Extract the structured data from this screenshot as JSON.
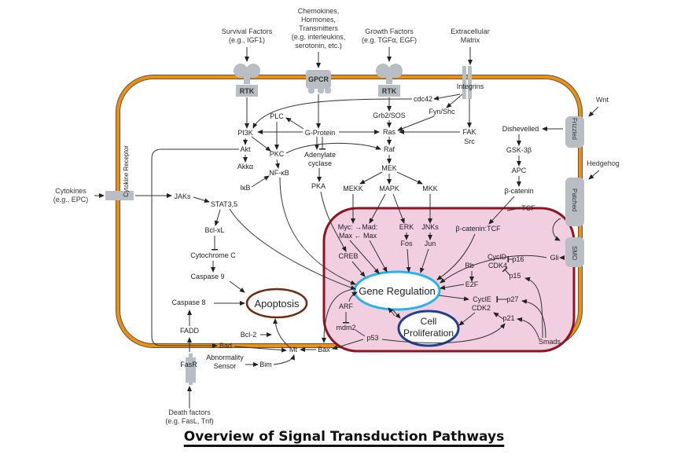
{
  "title": "Overview of Signal Transduction Pathways",
  "colors": {
    "membrane": "#f0900a",
    "nucleus_fill": "#f2cfe0",
    "nucleus_border": "#8b1520",
    "receptor": "#b9bec4",
    "gene_regulation_border": "#29b4e6",
    "cell_proliferation_border": "#1f3f8f",
    "apoptosis_border": "#6b2a12"
  },
  "extracellular": {
    "survival": [
      "Survival Factors",
      "(e.g., IGF1)"
    ],
    "chemokines": [
      "Chemokines,",
      "Hormones,",
      "Transmitters",
      "(e.g. interleukins,",
      "serotonin, etc.)"
    ],
    "growth": [
      "Growth Factors",
      "(e.g. TGFα, EGF)"
    ],
    "ecm": [
      "Extracellular",
      "Matrix"
    ],
    "wnt": "Wnt",
    "hedgehog": "Hedgehog",
    "cytokines": [
      "Cytokines",
      "(e.g., EPC)"
    ],
    "death": [
      "Death factors",
      "(e.g. FasL, Tnf)"
    ]
  },
  "receptors": {
    "rtk1": "RTK",
    "gpcr": "GPCR",
    "rtk2": "RTK",
    "integrins": "Integrins",
    "frizzled": "Frizzled",
    "patched": "Patched",
    "smo": "SMO",
    "cytokine_receptor": "Cytokine Receptor",
    "fasr": "FasR"
  },
  "nodes": {
    "cdc42": "cdc42",
    "pi3k": "PI3K",
    "plc": "PLC",
    "gprotein": "G-Protein",
    "grb2": "Grb2/SOS",
    "fynshc": "Fyn/Shc",
    "ras": "Ras",
    "fak": "FAK",
    "src": "Src",
    "akt": "Akt",
    "pkc": "PKC",
    "adenylate": [
      "Adenylate",
      "cyclase"
    ],
    "raf": "Raf",
    "akka": "Akkα",
    "nfkb": "NF-κB",
    "ikb": "IκB",
    "pka": "PKA",
    "mek": "MEK",
    "mekk": "MEKK",
    "mapk": "MAPK",
    "mkk": "MKK",
    "jaks": "JAKs",
    "stat": "STAT3,5",
    "bclxl": "Bcl-xL",
    "cytc": "Cytochrome C",
    "casp9": "Caspase 9",
    "casp8": "Caspase 8",
    "fadd": "FADD",
    "bcl2": "Bcl-2",
    "bad": "Bad",
    "mt": "Mt",
    "bax": "Bax",
    "abnormality": [
      "Abnormality",
      "Sensor"
    ],
    "bim": "Bim",
    "dishevelled": "Dishevelled",
    "gsk": "GSK-3β",
    "apc": "APC",
    "bcatenin": "β-catenin",
    "tcf": "TCF",
    "gli": "Gli",
    "smads": "Smads"
  },
  "nucleus": {
    "myc": [
      "Myc: →Mad:",
      "Max ← Max"
    ],
    "erk": "ERK",
    "fos": "Fos",
    "jnks": "JNKs",
    "jun": "Jun",
    "bcatenin_tcf": "β-catenin:TCF",
    "creb": "CREB",
    "cycd": "CyclD",
    "cdk4": "CDK4",
    "rb": "Rb",
    "p16": "p16",
    "p15": "p15",
    "e2f": "E2F",
    "cyce": "CyclE",
    "cdk2": "CDK2",
    "p27": "p27",
    "p21": "p21",
    "arf": "ARF",
    "mdm2": "mdm2",
    "p53": "p53",
    "gene_regulation": "Gene Regulation",
    "cell_proliferation": [
      "Cell",
      "Proliferation"
    ]
  },
  "apoptosis": "Apoptosis"
}
